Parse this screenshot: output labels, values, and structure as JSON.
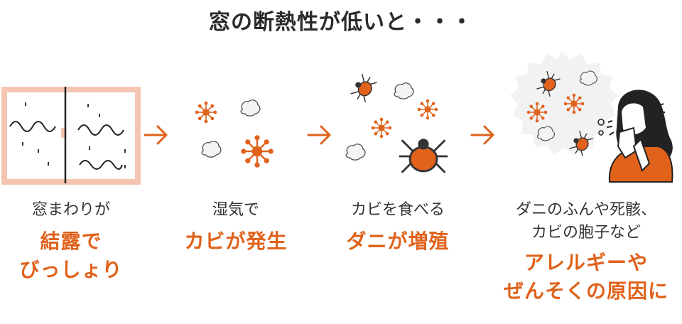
{
  "title": "窓の断熱性が低いと・・・",
  "colors": {
    "accent": "#e0621b",
    "window_frame": "#f5c5b1",
    "text": "#333333"
  },
  "steps": [
    {
      "caption": [
        "窓まわりが"
      ],
      "highlight": [
        "結露で",
        "びっしょり"
      ],
      "icon": "window-condensation-icon"
    },
    {
      "caption": [
        "湿気で"
      ],
      "highlight": [
        "カビが発生"
      ],
      "icon": "mold-spores-icon"
    },
    {
      "caption": [
        "カビを食べる"
      ],
      "highlight": [
        "ダニが増殖"
      ],
      "icon": "dust-mite-icon"
    },
    {
      "caption": [
        "ダニのふんや死骸、",
        "カビの胞子など"
      ],
      "highlight": [
        "アレルギーや",
        "ぜんそくの原因に"
      ],
      "icon": "sneezing-person-icon"
    }
  ]
}
